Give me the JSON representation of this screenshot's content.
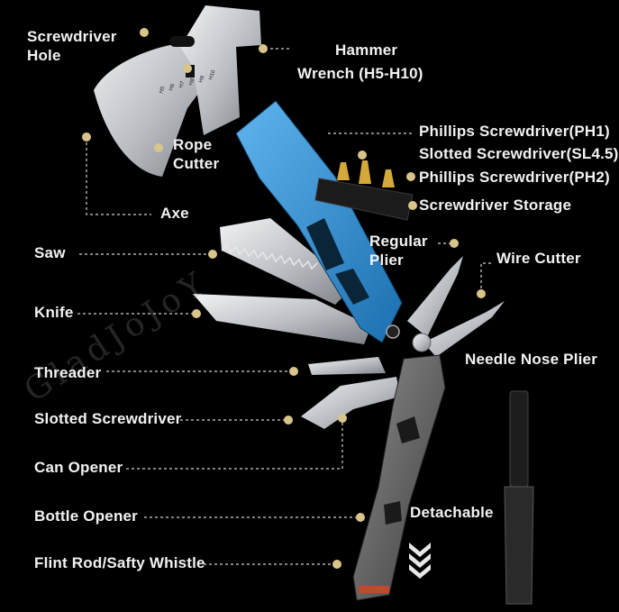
{
  "labels": {
    "screwdriver_hole": "Screwdriver Hole",
    "hammer": "Hammer",
    "wrench": "Wrench (H5-H10)",
    "rope_cutter": "Rope Cutter",
    "axe": "Axe",
    "phillips_ph1": "Phillips Screwdriver(PH1)",
    "slotted_sl45": "Slotted Screwdriver(SL4.5)",
    "phillips_ph2": "Phillips Screwdriver(PH2)",
    "screwdriver_storage": "Screwdriver Storage",
    "saw": "Saw",
    "regular_plier": "Regular Plier",
    "wire_cutter": "Wire Cutter",
    "knife": "Knife",
    "needle_nose_plier": "Needle Nose Plier",
    "threader": "Threader",
    "slotted_screwdriver": "Slotted Screwdriver",
    "can_opener": "Can Opener",
    "bottle_opener": "Bottle Opener",
    "flint_rod": "Flint Rod/Safty Whistle",
    "detachable": "Detachable"
  },
  "wrench_marks": [
    "H5",
    "H6",
    "H7",
    "H8",
    "H9",
    "H10"
  ],
  "watermark": "GladJoJoY",
  "colors": {
    "background": "#000000",
    "handle_blue": "#2a8fd6",
    "handle_gray": "#6b6b6b",
    "steel": "#c9ccd0",
    "marker": "#d9c48a",
    "label": "#f2f2f2"
  },
  "icons": [
    "multitool-product",
    "detachable-arrow-icon",
    "flint-rod"
  ]
}
